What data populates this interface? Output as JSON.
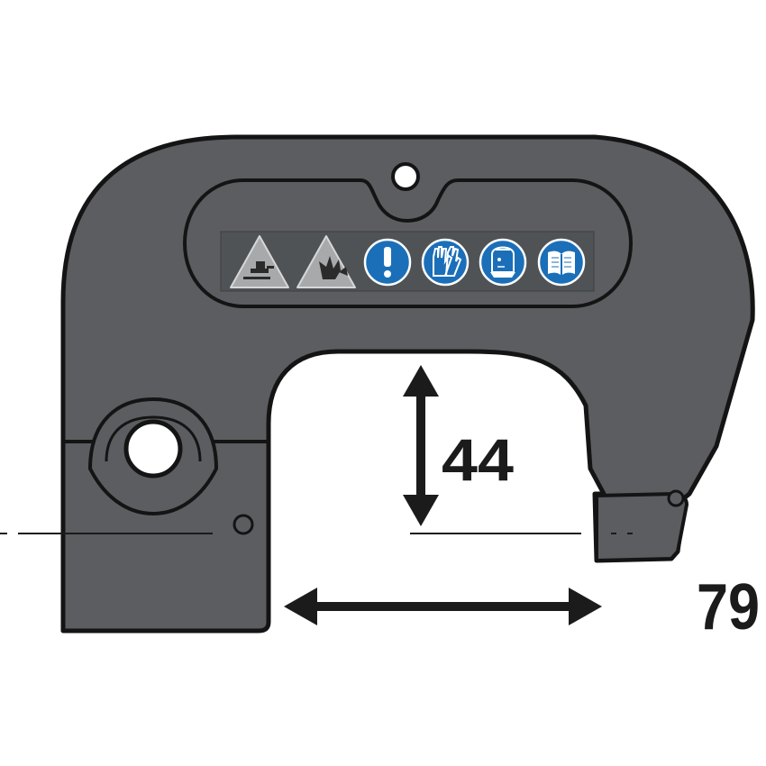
{
  "colors": {
    "body": "#5b5d60",
    "outline": "#141414",
    "label_strip": "#54575a",
    "warning_triangle": "#a8a9ab",
    "mandatory_blue": "#1b6fb8",
    "arrow": "#1b1b1b",
    "background": "#ffffff"
  },
  "dimensions": {
    "height": {
      "value": "44"
    },
    "width": {
      "value": "79"
    }
  },
  "safety_icons": [
    {
      "type": "warning",
      "icon": "crush-hazard-icon"
    },
    {
      "type": "warning",
      "icon": "hand-crush-hazard-icon"
    },
    {
      "type": "mandatory",
      "icon": "exclamation-icon"
    },
    {
      "type": "mandatory",
      "icon": "gloves-icon"
    },
    {
      "type": "mandatory",
      "icon": "face-shield-icon"
    },
    {
      "type": "mandatory",
      "icon": "manual-icon"
    }
  ]
}
